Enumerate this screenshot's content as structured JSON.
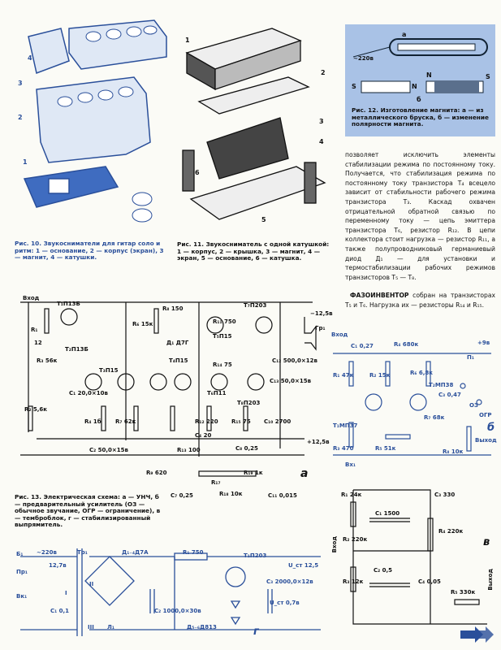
{
  "figures": {
    "fig10": {
      "caption": "Рис. 10. Звукосниматели для гитар соло и ритм: 1 — основание, 2 — корпус (экран), 3 — магнит, 4 — катушки.",
      "labels": [
        "1",
        "2",
        "3",
        "4"
      ]
    },
    "fig11": {
      "caption": "Рис. 11. Звукосниматель с одной катушкой: 1 — корпус, 2 — крышка, 3 — магнит, 4 — экран, 5 — основание, 6 — катушка.",
      "labels": [
        "1",
        "2",
        "3",
        "4",
        "5",
        "6"
      ]
    },
    "fig12": {
      "caption": "Рис. 12. Изготовление магнита: а — из металлического бруска, б — изменение полярности магнита.",
      "labels": [
        "~220в",
        "а",
        "б",
        "S",
        "N",
        "S",
        "N"
      ]
    },
    "fig13": {
      "caption": "Рис. 13. Электрическая схема: а — УНЧ, б — предварительный усилитель (ОЗ — обычное звучание, ОГР — ограничение), в — темброблок, г — стабилизированный выпрямитель."
    }
  },
  "article": {
    "paragraph1": "позволяет исключить элементы стабилизации режима по постоянному току. Получается, что стабилизация режима по постоянному току транзистора T₄ всецело зависит от стабильности рабочего режима транзистора T₃. Каскад охвачен отрицательной обратной связью по переменному току — цепь эмиттера транзистора T₆, резистор R₁₂. В цепи коллектора стоит нагрузка — резистор R₁₁, а также полупроводниковый германиевый диод Д₁ — для установки и термостабилизации рабочих режимов транзисторов T₅ — T₈.",
    "heading2": "ФАЗОИНВЕНТОР",
    "paragraph2": " собран на транзисторах T₅ и T₆. Нагрузка их — резисторы R₁₄ и R₁₅."
  },
  "schematics": {
    "a": {
      "letter": "а",
      "labels": [
        "Вход",
        "T₁П13Б",
        "R₁",
        "12",
        "R₃ 56к",
        "R₂ 5,6к",
        "C₁ 20,0×10в",
        "T₂П13Б",
        "T₃П15",
        "R₄ 1б",
        "R₇ 62к",
        "R₆ 15к",
        "R₈ 150",
        "Д₁ Д7Г",
        "T₄П15",
        "T₅П15",
        "T₆П11",
        "R₁₁ 750",
        "R₁₂ 220",
        "R₁₄ 75",
        "R₁₅ 75",
        "T₇П203",
        "T₈П203",
        "C₁₂ 500,0×12в",
        "C₁₃ 50,0×15в",
        "Гр₁",
        "−12,5в",
        "+12,5в",
        "C₁₀ 2700",
        "R₁₃ 100",
        "R₉ 620",
        "R₁₇",
        "R₁₈ 10к",
        "R₁₉ 1к",
        "C₁₁ 0,015",
        "C₇ 0,25",
        "C₈ 0,25",
        "C₂ 50,0×15в",
        "C₄ 20"
      ]
    },
    "b": {
      "letter": "б",
      "labels": [
        "Вход",
        "C₁ 0,27",
        "R₄ 680к",
        "П₁",
        "+9в",
        "R₁ 47к",
        "R₂ 15к",
        "R₆ 6,8к",
        "T₂МП38",
        "C₃ 0,47",
        "T₁МП37",
        "R₇ 68к",
        "R₃ 470",
        "R₅ 51к",
        "R₈ 10к",
        "Вх₁",
        "Выход",
        "ОЗ",
        "ОГР"
      ]
    },
    "v": {
      "letter": "в",
      "labels": [
        "R₁ 24к",
        "C₁ 1500",
        "C₃ 330",
        "R₂ 220к",
        "R₄ 220к",
        "R₃ 12к",
        "C₂ 0,5",
        "C₄ 0,05",
        "R₅ 330к",
        "Вход",
        "Выход"
      ]
    },
    "g": {
      "letter": "г",
      "labels": [
        "Б₁",
        "~220в",
        "Пр₁",
        "Вк₁",
        "C₁ 0,1",
        "Тр₁",
        "12,7в",
        "Л₁",
        "Д₁₋₄Д7А",
        "R₁ 750",
        "T₁П203",
        "C₂ 1000,0×30в",
        "C₃ 2000,0×12в",
        "Д₅₋₆Д813",
        "U_ст 12,5",
        "U_ст 0,7в",
        "I",
        "II",
        "III"
      ]
    }
  },
  "colors": {
    "blue": "#2a4f9a",
    "lightblue": "#a9c2e6",
    "paper": "#fbfbf6"
  }
}
